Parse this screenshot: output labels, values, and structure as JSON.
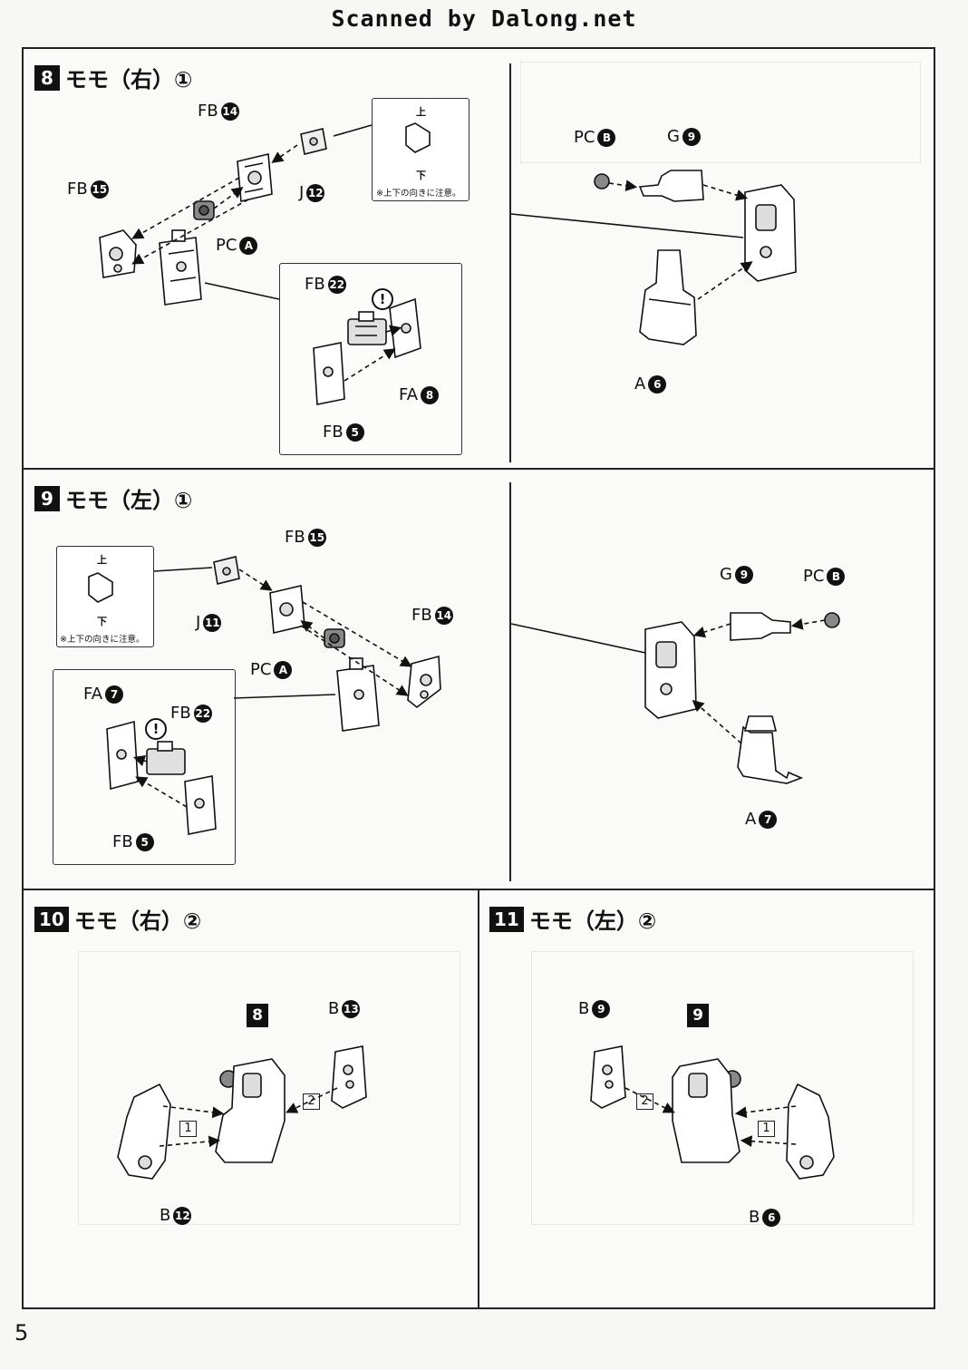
{
  "header": {
    "credit": "Scanned by Dalong.net"
  },
  "page_number": "5",
  "steps": {
    "s8": {
      "number": "8",
      "title": "モモ（右）①"
    },
    "s9": {
      "number": "9",
      "title": "モモ（左）①"
    },
    "s10": {
      "number": "10",
      "title": "モモ（右）②"
    },
    "s11": {
      "number": "11",
      "title": "モモ（左）②"
    }
  },
  "orientation_note": {
    "top": "上",
    "bottom": "下",
    "text": "※上下の向きに注意。"
  },
  "caution_mark": "!",
  "parts": {
    "s8_fb14": {
      "name": "FB",
      "num": "14"
    },
    "s8_fb15": {
      "name": "FB",
      "num": "15"
    },
    "s8_j12": {
      "name": "J",
      "num": "12"
    },
    "s8_pca": {
      "name": "PC",
      "num": "A"
    },
    "s8_fb22": {
      "name": "FB",
      "num": "22"
    },
    "s8_fa8": {
      "name": "FA",
      "num": "8"
    },
    "s8_fb5": {
      "name": "FB",
      "num": "5"
    },
    "s8r_pcb": {
      "name": "PC",
      "num": "B"
    },
    "s8r_g9": {
      "name": "G",
      "num": "9"
    },
    "s8r_a6": {
      "name": "A",
      "num": "6"
    },
    "s9_fb15": {
      "name": "FB",
      "num": "15"
    },
    "s9_j11": {
      "name": "J",
      "num": "11"
    },
    "s9_fb14": {
      "name": "FB",
      "num": "14"
    },
    "s9_pca": {
      "name": "PC",
      "num": "A"
    },
    "s9_fa7": {
      "name": "FA",
      "num": "7"
    },
    "s9_fb22": {
      "name": "FB",
      "num": "22"
    },
    "s9_fb5": {
      "name": "FB",
      "num": "5"
    },
    "s9r_g9": {
      "name": "G",
      "num": "9"
    },
    "s9r_pcb": {
      "name": "PC",
      "num": "B"
    },
    "s9r_a7": {
      "name": "A",
      "num": "7"
    },
    "s10_b13": {
      "name": "B",
      "num": "13"
    },
    "s10_b12": {
      "name": "B",
      "num": "12"
    },
    "s11_b9": {
      "name": "B",
      "num": "9"
    },
    "s11_b6": {
      "name": "B",
      "num": "6"
    }
  },
  "subassembly_refs": {
    "s10": "8",
    "s11": "9"
  },
  "order_marks": {
    "first": "1",
    "second": "2"
  }
}
